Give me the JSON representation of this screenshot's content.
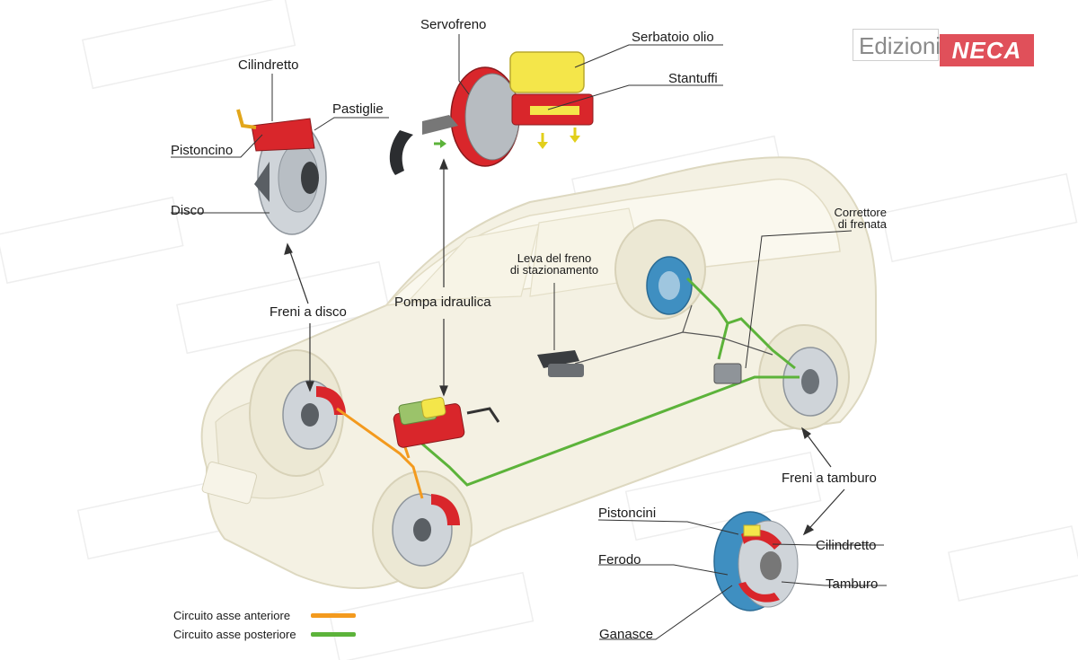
{
  "brand": {
    "edizioni": "Edizioni",
    "neca": "NECA",
    "accent": "#e0505a"
  },
  "labels": {
    "servofreno": "Servofreno",
    "serbatoio_olio": "Serbatoio olio",
    "stantuffi": "Stantuffi",
    "cilindretto_top": "Cilindretto",
    "pastiglie": "Pastiglie",
    "pistoncino": "Pistoncino",
    "disco": "Disco",
    "freni_a_disco": "Freni a disco",
    "pompa_idraulica": "Pompa idraulica",
    "leva_freno_1": "Leva del freno",
    "leva_freno_2": "di stazionamento",
    "correttore_1": "Correttore",
    "correttore_2": "di frenata",
    "freni_a_tamburo": "Freni a tamburo",
    "pistoncini": "Pistoncini",
    "cilindretto_bottom": "Cilindretto",
    "ferodo": "Ferodo",
    "tamburo": "Tamburo",
    "ganasce": "Ganasce"
  },
  "legend": {
    "front": {
      "label": "Circuito asse anteriore",
      "color": "#f39a1e"
    },
    "rear": {
      "label": "Circuito asse posteriore",
      "color": "#5cb33a"
    }
  },
  "colors": {
    "car_body": "#f4f1e3",
    "car_outline": "#ddd8c0",
    "caliper": "#d9262b",
    "disc": "#cfd4d9",
    "reservoir": "#f4e64a",
    "drum_blue": "#3f8fc1"
  }
}
